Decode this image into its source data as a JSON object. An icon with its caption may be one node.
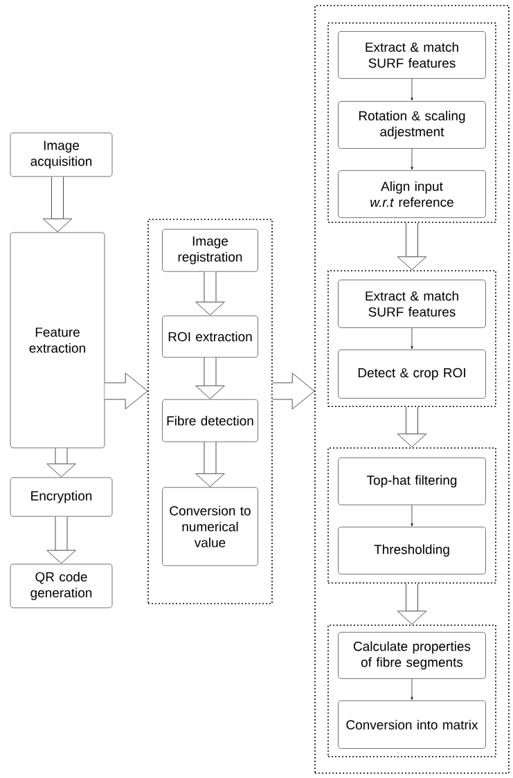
{
  "diagram": {
    "nodes": [
      {
        "text": [
          "Image acquisition"
        ]
      },
      {
        "text": [
          "Feature extraction"
        ]
      },
      {
        "text": [
          "Encryption"
        ]
      },
      {
        "text": [
          "QR code generation"
        ]
      },
      {
        "text": [],
        "shape": "box"
      },
      {
        "text": [
          "Image registration"
        ],
        "in": 4
      },
      {
        "text": [
          "ROI extraction"
        ],
        "in": 4
      },
      {
        "text": [
          "Fibre detection"
        ],
        "in": 4
      },
      {
        "text": [
          "Conversion to numerical value"
        ],
        "in": 4
      },
      {
        "text": [],
        "shape": "box"
      },
      {
        "text": [],
        "shape": "box",
        "in": 9
      },
      {
        "text": [
          "Extract & match SURF features"
        ],
        "in": 10
      },
      {
        "text": [
          "Rotation & scaling adjestment"
        ],
        "in": 10
      },
      {
        "text": [
          "Align input *w.r.t* reference"
        ],
        "in": 10
      },
      {
        "text": [],
        "shape": "box",
        "in": 9
      },
      {
        "text": [
          "Extract & match SURF features"
        ],
        "in": 14
      },
      {
        "text": [
          "Detect & crop ROI"
        ],
        "in": 14
      },
      {
        "text": [],
        "shape": "box",
        "in": 9
      },
      {
        "text": [
          "Top-hat filtering"
        ],
        "in": 17
      },
      {
        "text": [
          "Thresholding"
        ],
        "in": 17
      },
      {
        "text": [],
        "shape": "box",
        "in": 9
      },
      {
        "text": [
          "Calculate properties of fibre segments"
        ],
        "in": 20
      },
      {
        "text": [
          "Conversion into matrix"
        ],
        "in": 20
      }
    ],
    "edges": [
      {
        "from": 0,
        "to": 1,
        "arrow": "to"
      },
      {
        "from": 1,
        "to": 2,
        "arrow": "to"
      },
      {
        "from": 2,
        "to": 3,
        "arrow": "to"
      },
      {
        "from": 1,
        "to": 4,
        "arrow": "to"
      },
      {
        "from": 5,
        "to": 6,
        "arrow": "to"
      },
      {
        "from": 6,
        "to": 7,
        "arrow": "to"
      },
      {
        "from": 7,
        "to": 8,
        "arrow": "to"
      },
      {
        "from": 4,
        "to": 9,
        "arrow": "to"
      },
      {
        "from": 11,
        "to": 12,
        "arrow": "to",
        "color": "#000000"
      },
      {
        "from": 12,
        "to": 13,
        "arrow": "to",
        "color": "#000000"
      },
      {
        "from": 10,
        "to": 14,
        "arrow": "to"
      },
      {
        "from": 15,
        "to": 16,
        "arrow": "to",
        "color": "#000000"
      },
      {
        "from": 14,
        "to": 17,
        "arrow": "to"
      },
      {
        "from": 18,
        "to": 19,
        "arrow": "to",
        "color": "#000000"
      },
      {
        "from": 17,
        "to": 20,
        "arrow": "to"
      },
      {
        "from": 21,
        "to": 22,
        "arrow": "to",
        "color": "#000000"
      }
    ]
  }
}
